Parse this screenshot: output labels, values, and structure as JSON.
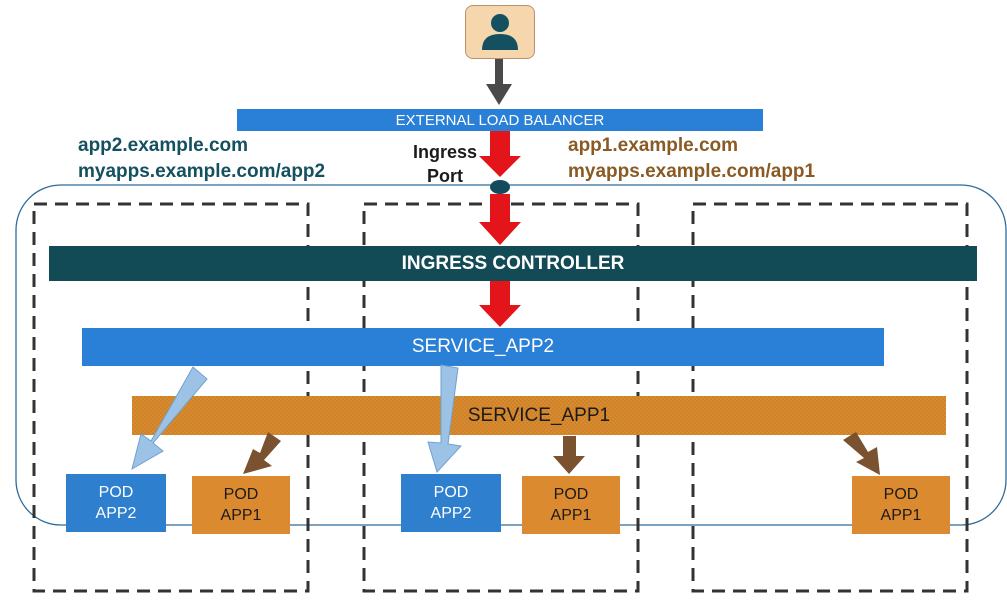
{
  "user": {
    "icon": "user-icon",
    "bg_color": "#f6d7ad",
    "icon_color": "#14505f"
  },
  "load_balancer": {
    "label": "EXTERNAL LOAD BALANCER",
    "color": "#2a7fd6"
  },
  "ingress_port": {
    "line1": "Ingress",
    "line2": "Port"
  },
  "hosts_app2": {
    "line1": "app2.example.com",
    "line2": "myapps.example.com/app2",
    "color": "#14505f"
  },
  "hosts_app1": {
    "line1": "app1.example.com",
    "line2": "myapps.example.com/app1",
    "color": "#8a5a24"
  },
  "ingress_controller": {
    "label": "INGRESS CONTROLLER",
    "color": "#124a55"
  },
  "service_app2": {
    "label": "SERVICE_APP2",
    "color": "#2a7fd6"
  },
  "service_app1": {
    "label": "SERVICE_APP1",
    "color": "#d88a2e"
  },
  "pods": [
    {
      "line1": "POD",
      "line2": "APP2",
      "kind": "app2"
    },
    {
      "line1": "POD",
      "line2": "APP1",
      "kind": "app1"
    },
    {
      "line1": "POD",
      "line2": "APP2",
      "kind": "app2"
    },
    {
      "line1": "POD",
      "line2": "APP1",
      "kind": "app1"
    },
    {
      "line1": "POD",
      "line2": "APP1",
      "kind": "app1"
    }
  ],
  "colors": {
    "arrow_red": "#e3151a",
    "arrow_dark": "#4a4a4a",
    "arrow_light_blue": "#9cc3e6",
    "arrow_brown": "#7a5230",
    "cluster_border": "#2e6b9a",
    "node_border": "#333333"
  }
}
